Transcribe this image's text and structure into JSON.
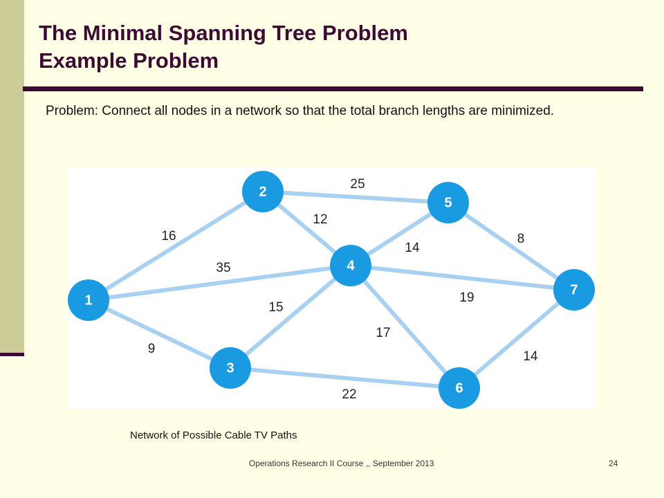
{
  "title": {
    "line1": "The Minimal Spanning Tree Problem",
    "line2": "Example Problem"
  },
  "problem_text": "Problem: Connect all nodes in a network so that the total branch lengths are minimized.",
  "network": {
    "nodes": [
      "1",
      "2",
      "3",
      "4",
      "5",
      "6",
      "7"
    ],
    "edges": [
      {
        "from": "1",
        "to": "2",
        "weight": "16"
      },
      {
        "from": "1",
        "to": "4",
        "weight": "35"
      },
      {
        "from": "1",
        "to": "3",
        "weight": "9"
      },
      {
        "from": "2",
        "to": "5",
        "weight": "25"
      },
      {
        "from": "2",
        "to": "4",
        "weight": "12"
      },
      {
        "from": "4",
        "to": "5",
        "weight": "14"
      },
      {
        "from": "5",
        "to": "7",
        "weight": "8"
      },
      {
        "from": "4",
        "to": "7",
        "weight": "19"
      },
      {
        "from": "3",
        "to": "4",
        "weight": "15"
      },
      {
        "from": "4",
        "to": "6",
        "weight": "17"
      },
      {
        "from": "3",
        "to": "6",
        "weight": "22"
      },
      {
        "from": "6",
        "to": "7",
        "weight": "14"
      }
    ],
    "colors": {
      "node": "#1a9ae0",
      "edge": "#a8d0f0"
    }
  },
  "caption": "Network of Possible Cable TV Paths",
  "footer": "Operations Research II Course ,, September 2013",
  "page_number": "24"
}
